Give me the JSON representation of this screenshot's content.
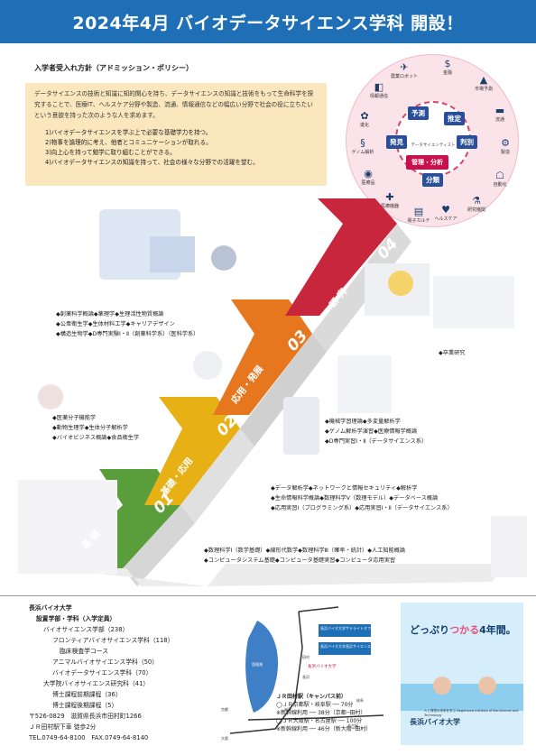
{
  "header": {
    "title": "2024年4月 バイオデータサイエンス学科 開設！"
  },
  "policy": {
    "heading": "入学者受入れ方針（アドミッション・ポリシー）",
    "intro": "データサイエンスの技術と知識に知的関心を持ち、データサイエンスの知識と技術をもって生命科学を探究することで、医療IT、ヘルスケア分野や製造、流通、情報通信などの幅広い分野で社会の役に立ちたいという意欲を持った次のような人を求めます。",
    "items": [
      "1)バイオデータサイエンスを学ぶ上で必要な基礎学力を持つ。",
      "2)物事を論理的に考え、他者とコミュニケーションが取れる。",
      "3)向上心を持って勉学に取り組むことができる。",
      "4)バイオデータサイエンスの知識を持って、社会の様々な分野での活躍を望む。"
    ]
  },
  "ring": {
    "center": "データサイエンティスト",
    "skills": [
      "予測",
      "推定",
      "発見",
      "判別",
      "管理・分析",
      "分類"
    ],
    "icons": [
      {
        "label": "農業ロボット",
        "glyph": "✈"
      },
      {
        "label": "金融",
        "glyph": "$"
      },
      {
        "label": "市場予測",
        "glyph": "▲"
      },
      {
        "label": "流通",
        "glyph": "▬"
      },
      {
        "label": "製造",
        "glyph": "⚙"
      },
      {
        "label": "自動化",
        "glyph": "☖"
      },
      {
        "label": "研究機関",
        "glyph": "⚗"
      },
      {
        "label": "ヘルスケア",
        "glyph": "♥"
      },
      {
        "label": "電子カルテ",
        "glyph": "▤"
      },
      {
        "label": "医療機器",
        "glyph": "✚"
      },
      {
        "label": "医療品",
        "glyph": "◉"
      },
      {
        "label": "ゲノム解析",
        "glyph": "§"
      },
      {
        "label": "進化",
        "glyph": "✿"
      },
      {
        "label": "情報通信",
        "glyph": "◧"
      }
    ]
  },
  "stages": {
    "s1": {
      "num": "01",
      "label": "基 礎"
    },
    "s2": {
      "num": "02",
      "label": "基礎・応用"
    },
    "s3": {
      "num": "03",
      "label": "応用・発展"
    },
    "s4": {
      "num": "04",
      "label": "研 究"
    }
  },
  "courses": {
    "bio_top": [
      "◆創薬科学概論◆薬理学◆生理活性物質概論",
      "◆公衆衛生学◆生体材料工学◆キャリアデザイン",
      "◆構造生物学◆D専門実験Ⅰ・Ⅱ（創薬科学系）（医科学系）"
    ],
    "bio_mid": [
      "◆医薬分子機能学",
      "◆動物生理学◆生体分子解析学",
      "◆バイオビジネス概論◆食品衛生学"
    ],
    "research": [
      "◆卒業研究"
    ],
    "ds_mid": [
      "◆機械学習理論◆多変量解析学",
      "◆ゲノム解析学演習◆医療情報学概論",
      "◆D専門実習Ⅰ・Ⅱ（データサイエンス系）"
    ],
    "ds_low": [
      "◆データ解析学◆ネットワークと情報セキュリティ◆解析学",
      "◆生命情報科学概論◆数理科学Ⅴ（数理モデル）◆データベース概論",
      "◆応用実習Ⅰ（プログラミング系）◆応用実習Ⅰ・Ⅱ（データサイエンス系）"
    ],
    "base": [
      "◆数理科学Ⅰ（数学基礎）◆線形代数学◆数理科学Ⅲ（確率・統計）◆人工知能概論",
      "◆コンピュータシステム基礎◆コンピュータ基礎実習◆コンピュータ応用実習"
    ]
  },
  "university": {
    "name": "長浜バイオ大学",
    "faculty_heading": "設置学部・学科（入学定員）",
    "rows": [
      {
        "text": "バイオサイエンス学部（238）",
        "indent": 1
      },
      {
        "text": "フロンティアバイオサイエンス学科（118）",
        "indent": 2
      },
      {
        "text": "臨床検査学コース",
        "indent": 3
      },
      {
        "text": "アニマルバイオサイエンス学科（50）",
        "indent": 2
      },
      {
        "text": "バイオデータサイエンス学科（70）",
        "indent": 2
      },
      {
        "text": "大学院バイオサイエンス研究科（41）",
        "indent": 1
      },
      {
        "text": "博士課程前期課程（36）",
        "indent": 2
      },
      {
        "text": "博士課程後期課程（5）",
        "indent": 2
      }
    ],
    "address": [
      "〒526-0829　滋賀県長浜市田村町1266",
      "ＪＲ田村駅下車 徒歩2分",
      "TEL.0749-64-8100　FAX.0749-64-8140"
    ]
  },
  "access": {
    "heading": "ＪＲ田村駅（キャンパス前）",
    "lines": [
      "◯ＪＲ京都駅・岐阜駅 ── 70分",
      "※新幹線利用 ── 38分（京都─田村）",
      "◯ＪＲ大阪駅・名古屋駅 ── 100分",
      "※新幹線利用 ── 46分（新大阪─田村）"
    ],
    "map_labels": [
      "長浜バイオ大学サテライトオフィス",
      "長浜バイオ大学長浜サイエンスパーク",
      "長浜バイオ大学",
      "琵琶湖",
      "田村",
      "長浜",
      "米原",
      "京都",
      "大阪",
      "名古屋",
      "岐阜"
    ]
  },
  "poster": {
    "tagline_a": "どっぷり",
    "tagline_b": "つかる",
    "tagline_c": "4年間。",
    "logo": "長浜バイオ大学",
    "sub": "人と環境の未来を学ぶ Nagahama Institute of Bio-Science and Technology"
  },
  "colors": {
    "header": "#1f6fb6",
    "s1": "#5a9e3c",
    "s2": "#e7b116",
    "s3": "#e6771f",
    "s4": "#c8263d",
    "accent_red": "#c8104b"
  }
}
